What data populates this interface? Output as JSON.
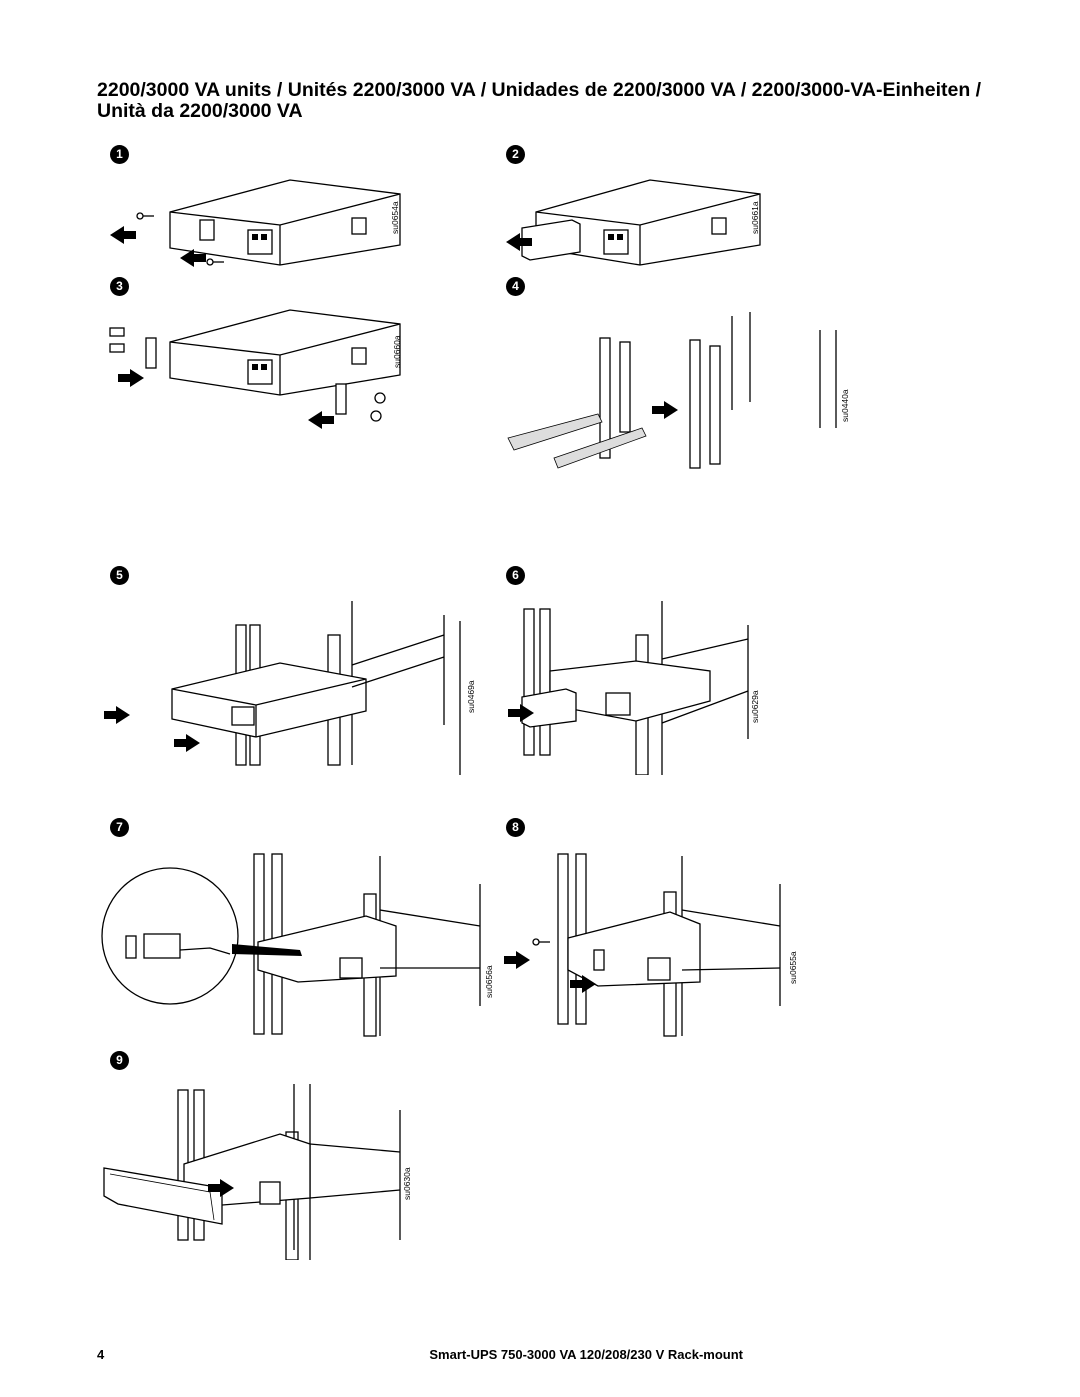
{
  "header": {
    "title": "2200/3000 VA units / Unités 2200/3000 VA / Unidades de 2200/3000 VA / 2200/3000-VA-Einheiten / Unità da 2200/3000 VA"
  },
  "steps": [
    {
      "number": "1",
      "code": "su0654a"
    },
    {
      "number": "2",
      "code": "su0661a"
    },
    {
      "number": "3",
      "code": "su0660a"
    },
    {
      "number": "4",
      "code": "su0440a"
    },
    {
      "number": "5",
      "code": "su0469a"
    },
    {
      "number": "6",
      "code": "su0629a"
    },
    {
      "number": "7",
      "code": "su0656a"
    },
    {
      "number": "8",
      "code": "su0655a"
    },
    {
      "number": "9",
      "code": "su0630a"
    }
  ],
  "footer": {
    "page_number": "4",
    "document_title": "Smart-UPS 750-3000 VA 120/208/230 V Rack-mount"
  }
}
